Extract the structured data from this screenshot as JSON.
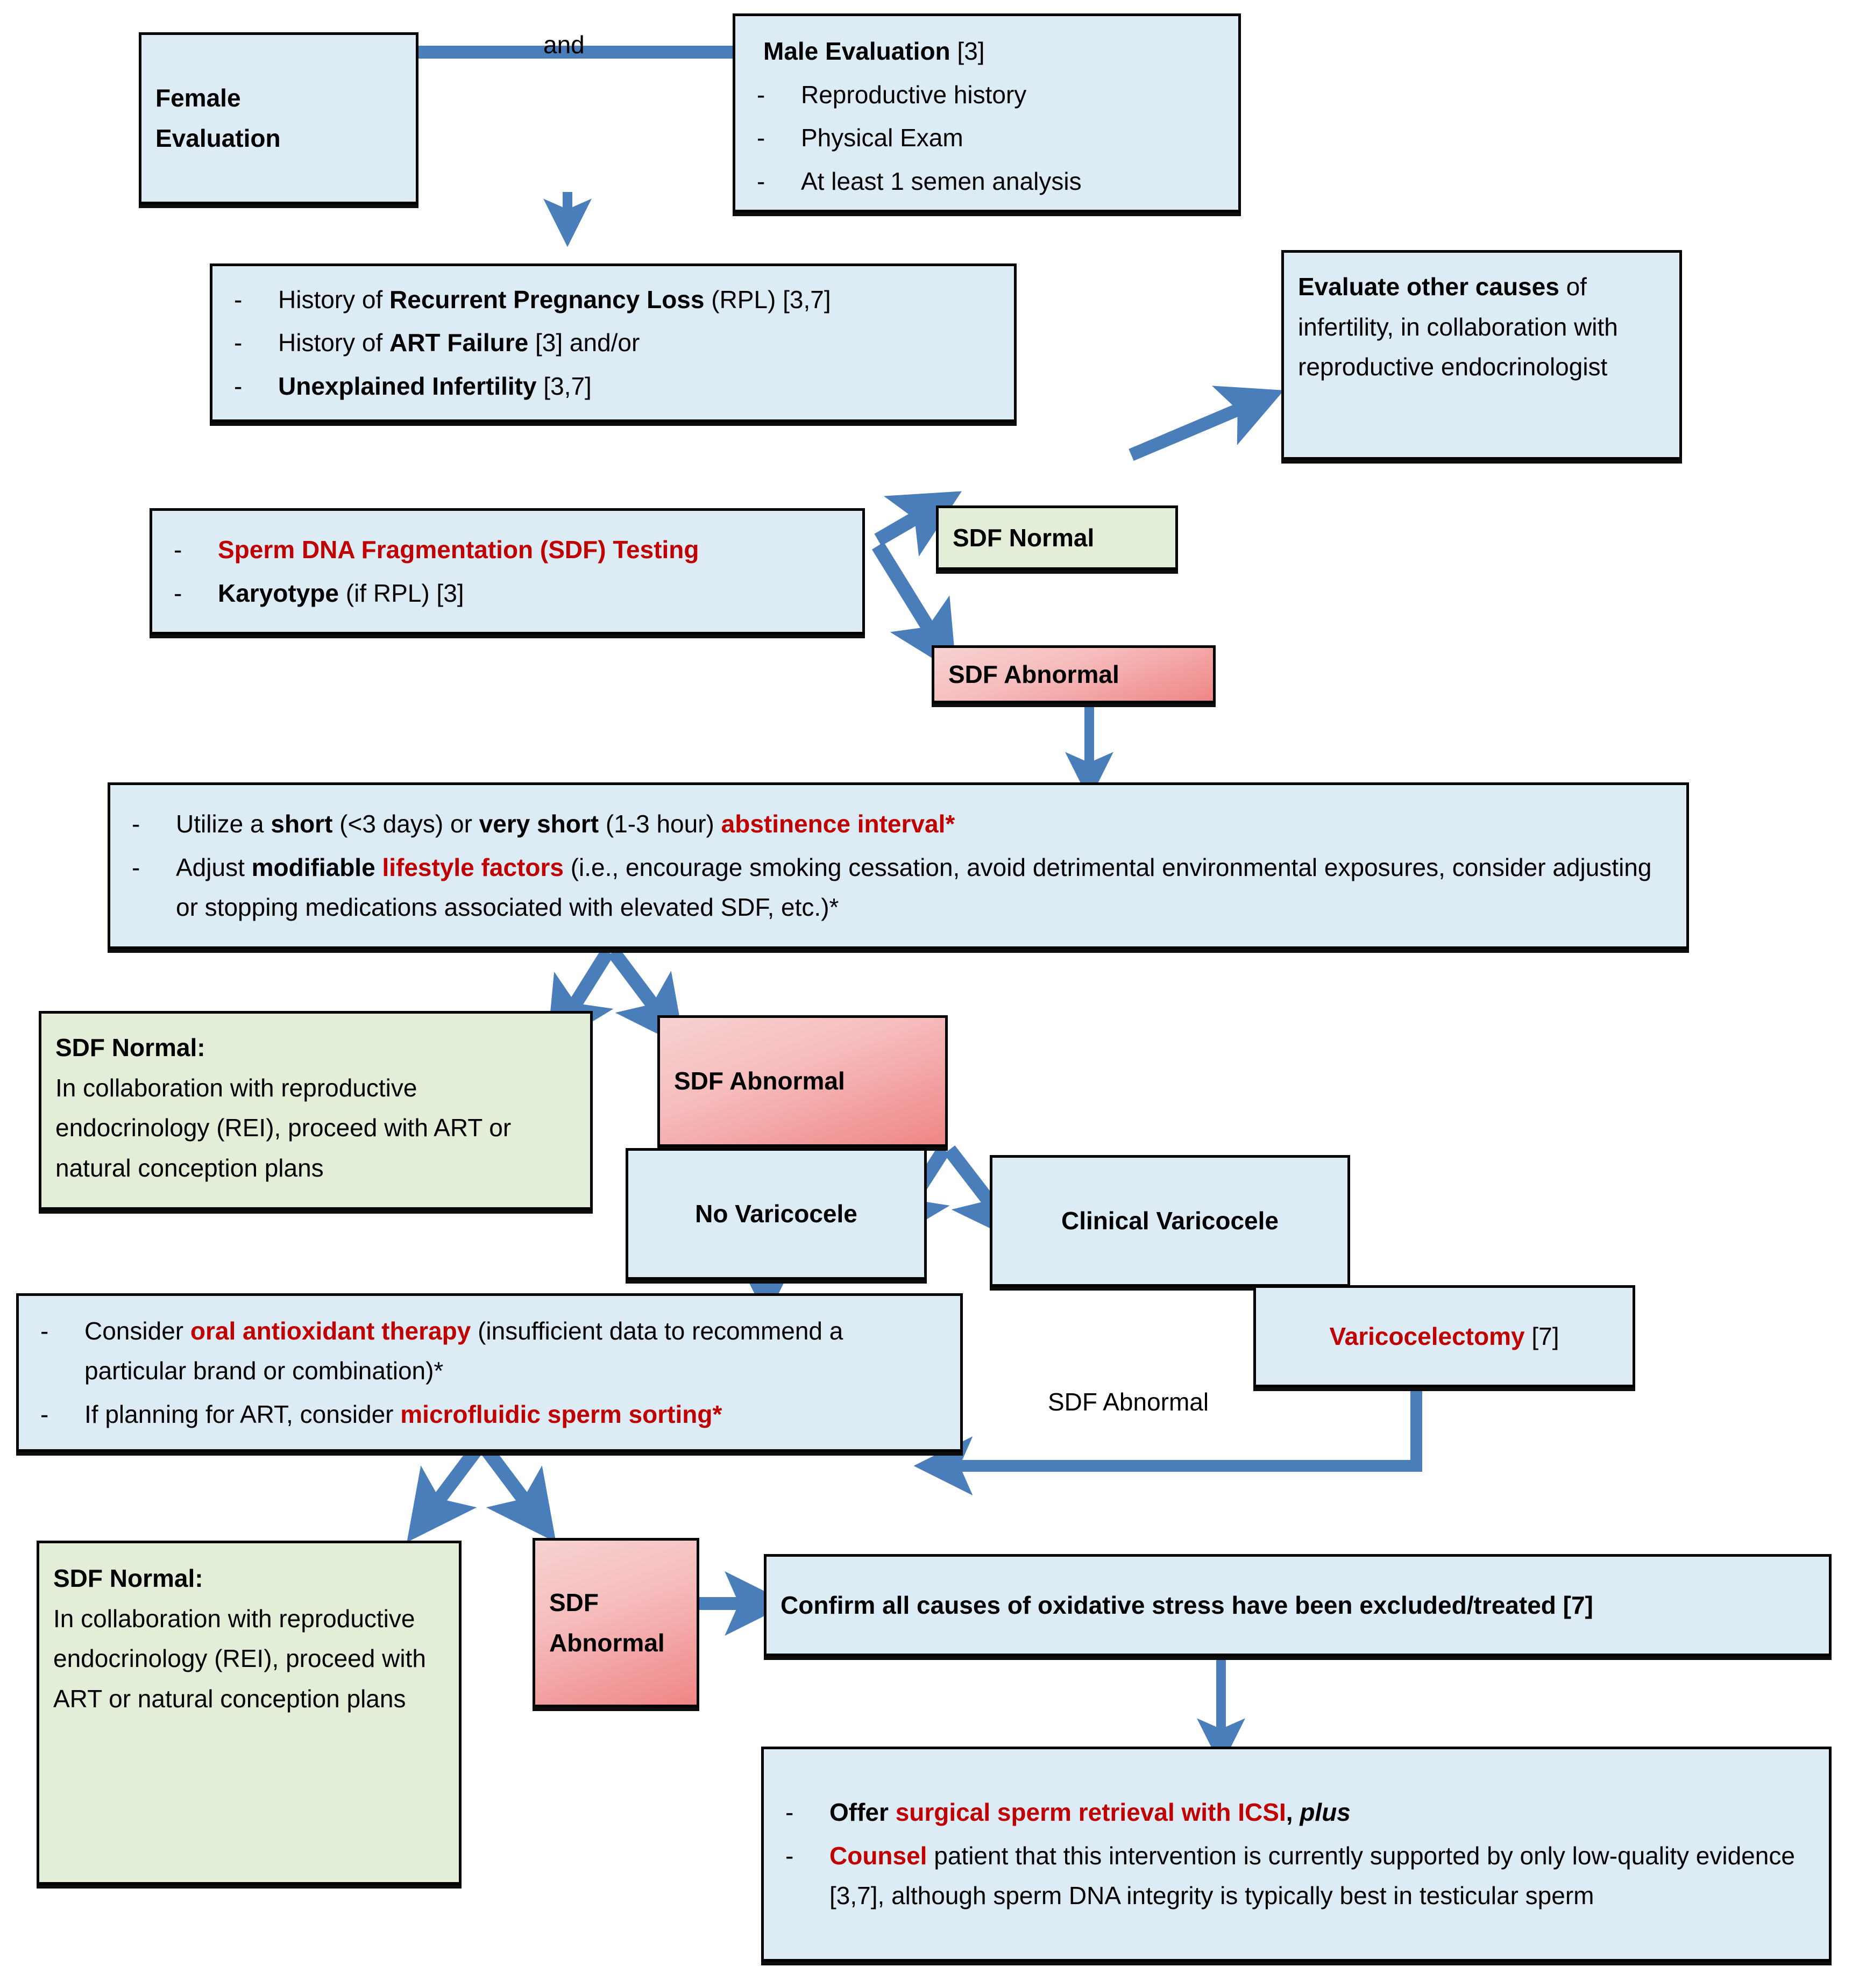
{
  "theme": {
    "box_blue": "#dcebf4",
    "box_green": "#e2eed8",
    "box_red": "#ef8686",
    "arrow_blue": "#4a7ebb",
    "accent_red_text": "#c00000",
    "border": "#000000"
  },
  "nodes": {
    "female_eval": {
      "line1": "Female",
      "line2": "Evaluation"
    },
    "and_label": "and",
    "male_eval": {
      "title_bold": "Male Evaluation",
      "title_ref": " [3]",
      "bullets": [
        "Reproductive history",
        "Physical Exam",
        "At least 1 semen analysis"
      ]
    },
    "history_box": {
      "b1_pre": "History of ",
      "b1_bold": "Recurrent Pregnancy Loss",
      "b1_post": " (RPL) [3,7]",
      "b2_pre": "History of ",
      "b2_bold": "ART Failure",
      "b2_post": " [3] and/or",
      "b3_bold": "Unexplained Infertility",
      "b3_post": " [3,7]"
    },
    "sdf_testing": {
      "b1_red": "Sperm DNA Fragmentation (SDF) Testing",
      "b2_bold": "Karyotype",
      "b2_post": " (if RPL) [3]"
    },
    "sdf_normal_1": "SDF Normal",
    "sdf_abnormal_1": "SDF Abnormal",
    "evaluate_other_causes": {
      "bold": "Evaluate other causes",
      "rest": "of infertility, in collaboration with reproductive endocrinologist"
    },
    "lifestyle_box": {
      "b1_p1": "Utilize a ",
      "b1_b1": "short",
      "b1_p2": " (<3 days) or ",
      "b1_b2": "very short",
      "b1_p3": " (1-3 hour) ",
      "b1_red": "abstinence interval*",
      "b2_p1": "Adjust ",
      "b2_b1": "modifiable ",
      "b2_red": "lifestyle factors",
      "b2_p2": " (i.e., encourage smoking cessation, avoid detrimental environmental exposures, consider adjusting or stopping medications associated with elevated SDF, etc.)*"
    },
    "sdf_normal_2": {
      "title": "SDF Normal:",
      "body": "In collaboration with reproductive endocrinology (REI), proceed with ART or natural conception plans"
    },
    "sdf_abnormal_2": "SDF Abnormal",
    "no_varicocele": "No Varicocele",
    "clinical_varicocele": "Clinical Varicocele",
    "antioxidant_box": {
      "b1_p1": "Consider ",
      "b1_red": "oral antioxidant therapy",
      "b1_p2": " (insufficient data to recommend a particular brand or combination)*",
      "b2_p1": "If planning for ART, consider ",
      "b2_red": "microfluidic sperm sorting*"
    },
    "varicocelectomy": {
      "red": "Varicocelectomy",
      "ref": " [7]"
    },
    "edge_label_sdf_abnormal": "SDF Abnormal",
    "sdf_normal_3": {
      "title": "SDF Normal:",
      "body": "In collaboration with reproductive endocrinology (REI), proceed with ART or natural conception plans"
    },
    "sdf_abnormal_3": {
      "line1": "SDF",
      "line2": "Abnormal"
    },
    "confirm_oxidative": "Confirm all causes of oxidative stress have been excluded/treated [7]",
    "final_box": {
      "b1_p1": "Offer ",
      "b1_red": "surgical sperm retrieval with ICSI",
      "b1_p2": ", ",
      "b1_ital": "plus",
      "b2_red": "Counsel",
      "b2_p1": " patient that this intervention is currently supported by only low-quality evidence [3,7], although sperm DNA integrity is typically best in testicular sperm"
    }
  }
}
